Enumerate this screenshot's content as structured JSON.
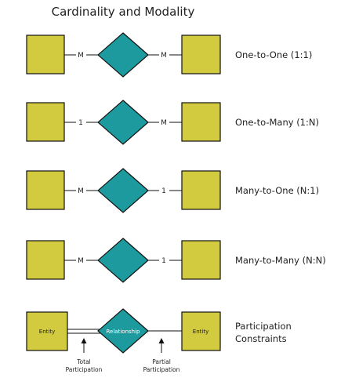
{
  "title": "Cardinality and Modality",
  "colors": {
    "entity_fill": "#d2ca3f",
    "relationship_fill": "#1c9a9e",
    "stroke": "#111111"
  },
  "rows": [
    {
      "label": "One-to-One (1:1)",
      "left_card": "M",
      "right_card": "M"
    },
    {
      "label": "One-to-Many (1:N)",
      "left_card": "1",
      "right_card": "M"
    },
    {
      "label": "Many-to-One (N:1)",
      "left_card": "M",
      "right_card": "1"
    },
    {
      "label": "Many-to-Many (N:N)",
      "left_card": "M",
      "right_card": "1"
    }
  ],
  "participation": {
    "label_line1": "Participation",
    "label_line2": "Constraints",
    "left_entity": "Entity",
    "relationship": "Relationship",
    "right_entity": "Entity",
    "total_line1": "Total",
    "total_line2": "Participation",
    "partial_line1": "Partial",
    "partial_line2": "Participation"
  }
}
